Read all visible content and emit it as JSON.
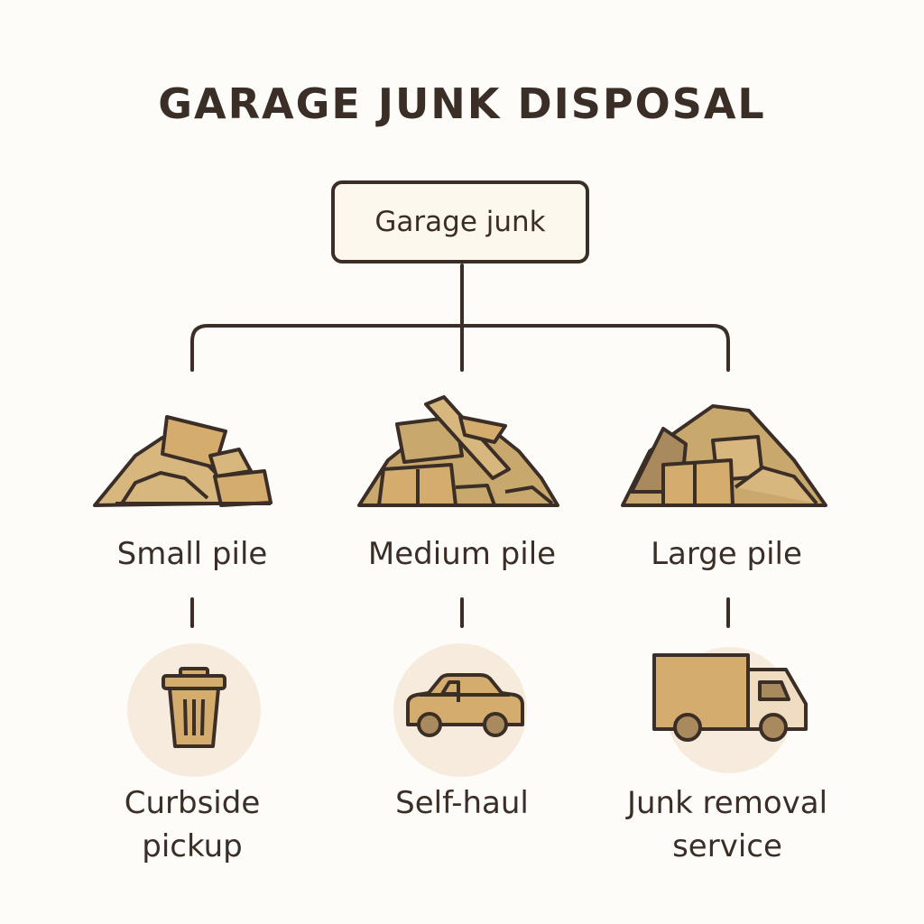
{
  "title": "GARAGE JUNK DISPOSAL",
  "root": {
    "label": "Garage junk"
  },
  "branches": [
    {
      "pile_label": "Small pile",
      "pile_icon": "small-junk-pile-icon",
      "method_label": "Curbside\npickup",
      "method_icon": "trash-can-icon"
    },
    {
      "pile_label": "Medium pile",
      "pile_icon": "medium-junk-pile-icon",
      "method_label": "Self-haul",
      "method_icon": "car-icon"
    },
    {
      "pile_label": "Large pile",
      "pile_icon": "large-junk-pile-icon",
      "method_label": "Junk removal\nservice",
      "method_icon": "truck-icon"
    }
  ],
  "colors": {
    "outline": "#3a2e27",
    "pile_light": "#d8b77f",
    "pile_mid": "#c9a86e",
    "pile_dark": "#a88a5e",
    "icon_fill": "#d4ac6e",
    "icon_circle": "#f7ebdd"
  }
}
